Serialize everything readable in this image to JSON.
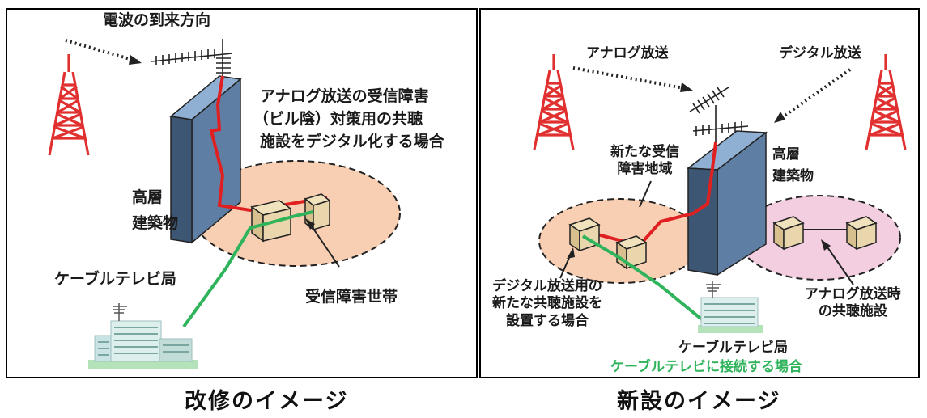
{
  "left_panel": {
    "wave_direction": "電波の到来方向",
    "building": "高層\n建築物",
    "cable_tv_station": "ケーブルテレビ局",
    "description": [
      "アナログ放送の受信障害",
      "（ビル陰）対策用の共聴",
      "施設をデジタル化する場合"
    ],
    "affected_households": "受信障害世帯"
  },
  "right_panel": {
    "analog_broadcast": "アナログ放送",
    "digital_broadcast": "デジタル放送",
    "new_area": "新たな受信\n障害地域",
    "building": "高層\n建築物",
    "digital_facility": "デジタル放送用の\n新たな共聴施設を\n設置する場合",
    "analog_facility": "アナログ放送時\nの共聴施設",
    "cable_tv_station": "ケーブルテレビ局",
    "cable_connect": "ケーブルテレビに接続する場合"
  },
  "captions": {
    "left": "改修のイメージ",
    "right": "新設のイメージ"
  },
  "colors": {
    "tower": "#e03030",
    "signal_line": "#e02020",
    "cable_line": "#2fb35b",
    "zone_orange": "#f8cfb2",
    "zone_pink": "#f3cde0",
    "building": "#5f7ea3"
  }
}
